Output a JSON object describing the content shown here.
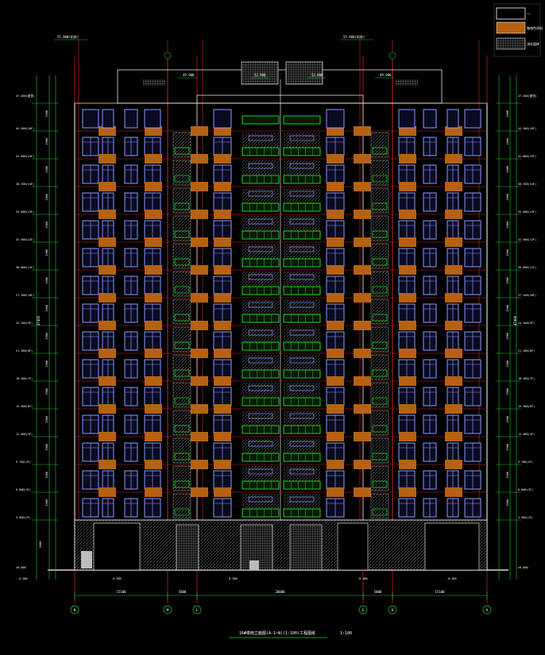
{
  "drawing": {
    "title": "16#楼南立面图(A-1~N)(1:100)工程图纸",
    "title_scale": "1:100",
    "colors": {
      "background": "#000000",
      "facade_outline": "#ffffff",
      "window_frame": "#8a9bff",
      "window_glass": "#0a0a20",
      "brown_panel": "#c46a16",
      "balcony_green": "#1fd11f",
      "grid_red": "#e02020",
      "dim_green": "#22cc22",
      "ground_hatch": "#9a9a9a"
    }
  },
  "legend": {
    "items": [
      {
        "label": "——",
        "swatch": "white-box"
      },
      {
        "label": "咖啡色涂料",
        "swatch": "brown-stripes"
      },
      {
        "label": "浅灰面砖",
        "swatch": "grey-grid"
      }
    ]
  },
  "elevations": {
    "left": [
      "47.400(屋顶)",
      "44.500(16F)",
      "41.600(15F)",
      "38.700(14F)",
      "35.800(13F)",
      "32.900(12F)",
      "30.000(11F)",
      "27.100(10F)",
      "24.200(9F)",
      "21.300(8F)",
      "18.400(7F)",
      "15.500(6F)",
      "12.600(5F)",
      "9.700(4F)",
      "6.800(3F)",
      "3.900(2F)",
      "±0.000"
    ],
    "right": [
      "47.400(屋顶)",
      "44.500(16F)",
      "41.600(15F)",
      "38.700(14F)",
      "35.800(13F)",
      "32.900(12F)",
      "30.000(11F)",
      "27.100(10F)",
      "24.200(9F)",
      "21.300(8F)",
      "18.400(7F)",
      "15.500(6F)",
      "12.600(5F)",
      "9.700(4F)",
      "6.800(3F)",
      "3.900(2F)",
      "±0.000"
    ],
    "top_left_mark": "55.800(机房)",
    "top_right_mark": "55.800(机房)",
    "roof_marks": [
      "49.900",
      "52.900",
      "52.900",
      "49.900"
    ]
  },
  "dimension_labels": {
    "left_total": "47400",
    "right_total": "47400",
    "floor_height": "2900",
    "base_height": "3900",
    "bottom_spans": [
      "15100",
      "5800",
      "28000",
      "5800",
      "15100"
    ]
  },
  "axis_labels": [
    "N",
    "M",
    "L",
    "E",
    "D",
    "A"
  ],
  "ground_labels": [
    "-0.300",
    "-0.300",
    "-0.300",
    "-0.300",
    "-0.300"
  ]
}
